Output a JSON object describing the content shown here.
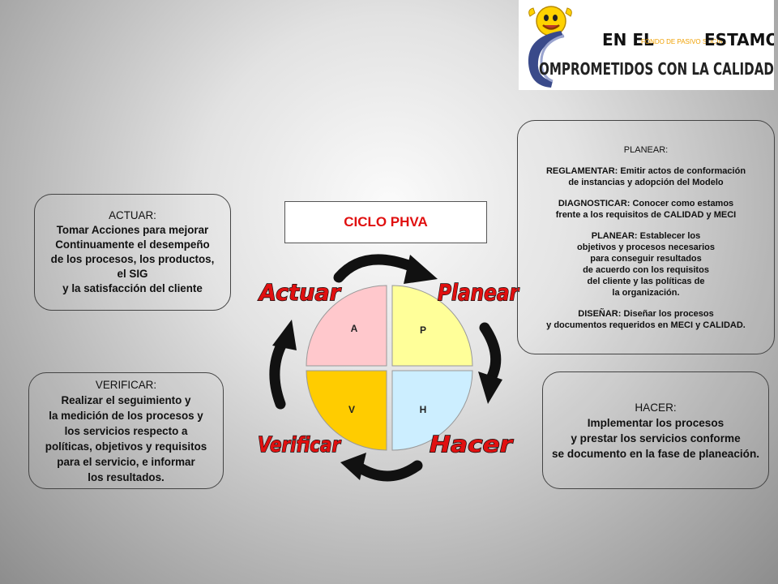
{
  "logo": {
    "line1_left": "EN EL",
    "line1_mid": "FONDO DE PASIVO SOCIAL",
    "line1_right": "ESTAMOS",
    "line2": "OMPROMETIDOS CON LA CALIDAD"
  },
  "title": "CICLO PHVA",
  "stages": {
    "actuar": "Actuar",
    "planear": "Planear",
    "verificar": "Verificar",
    "hacer": "Hacer"
  },
  "quadrants": {
    "a": "A",
    "p": "P",
    "v": "V",
    "h": "H"
  },
  "actuar_box": {
    "head": "ACTUAR:",
    "lines": [
      "Tomar Acciones para mejorar",
      "Continuamente el desempeño",
      "de los procesos, los productos,",
      "el SIG",
      "y la satisfacción del cliente"
    ]
  },
  "verificar_box": {
    "head": "VERIFICAR:",
    "lines": [
      "Realizar el seguimiento y",
      "la medición de los procesos y",
      "los servicios respecto a",
      "políticas, objetivos y requisitos",
      "para el servicio, e informar",
      "los resultados."
    ]
  },
  "hacer_box": {
    "head": "HACER:",
    "lines": [
      "Implementar los procesos",
      "y prestar los servicios conforme",
      "se documento en la fase de planeación."
    ]
  },
  "planear_box": {
    "head": "PLANEAR:",
    "p1": [
      "REGLAMENTAR: Emitir actos de conformación",
      "de instancias y adopción del Modelo"
    ],
    "p2": [
      "DIAGNOSTICAR:  Conocer como estamos",
      "frente a los requisitos de CALIDAD y MECI"
    ],
    "p3": [
      "PLANEAR: Establecer los",
      "objetivos y procesos necesarios",
      "para conseguir resultados",
      "de acuerdo con los requisitos",
      "del cliente y las políticas de",
      "la organización."
    ],
    "p4": [
      "DISEÑAR: Diseñar los procesos",
      "y documentos requeridos en MECI y CALIDAD."
    ]
  },
  "colors": {
    "a": "#ffc8cc",
    "p": "#ffff99",
    "v": "#ffcc00",
    "h": "#cceeff",
    "title": "#e01010",
    "stage_label_fill": "#e01010"
  }
}
